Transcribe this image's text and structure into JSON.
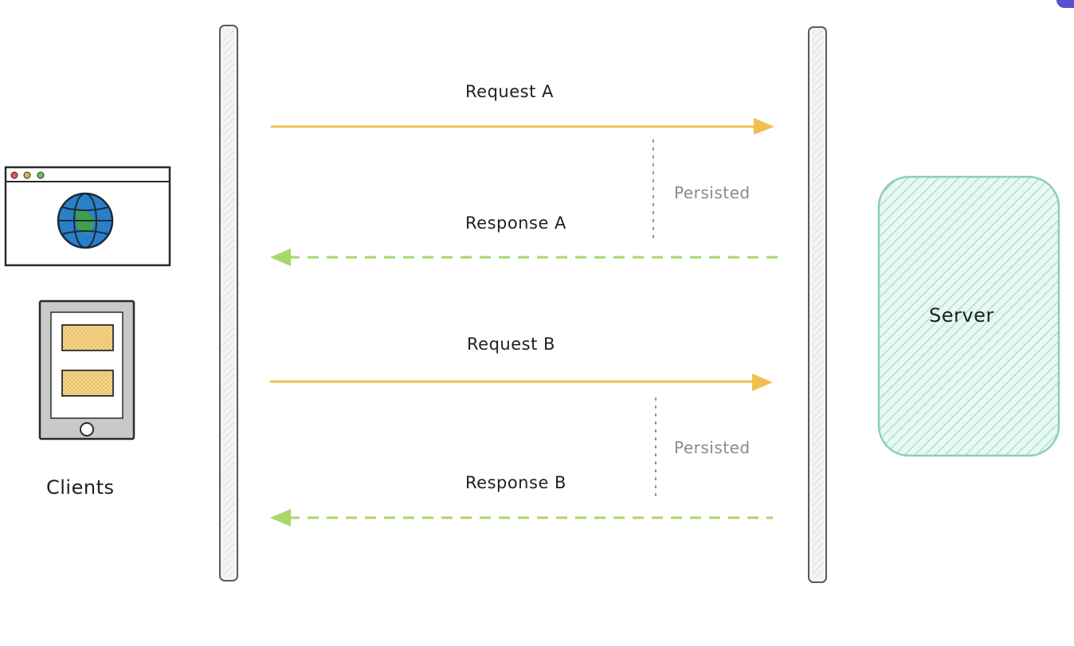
{
  "messages": {
    "request_a": "Request A",
    "response_a": "Response A",
    "request_b": "Request B",
    "response_b": "Response B"
  },
  "notes": {
    "persisted_a": "Persisted",
    "persisted_b": "Persisted"
  },
  "actors": {
    "clients": "Clients",
    "server": "Server"
  },
  "colors": {
    "request_arrow": "#f0bf4c",
    "response_arrow": "#a6d86a",
    "server_fill": "#c8efe3",
    "server_stroke": "#8bcfb8",
    "lifeline_fill": "#eeeeee",
    "card_fill": "#f3d27e",
    "globe_fill": "#2a7fc9",
    "globe_land": "#3f9f4b"
  },
  "icons": [
    "browser-window-icon",
    "globe-icon",
    "tablet-icon",
    "server-icon"
  ]
}
